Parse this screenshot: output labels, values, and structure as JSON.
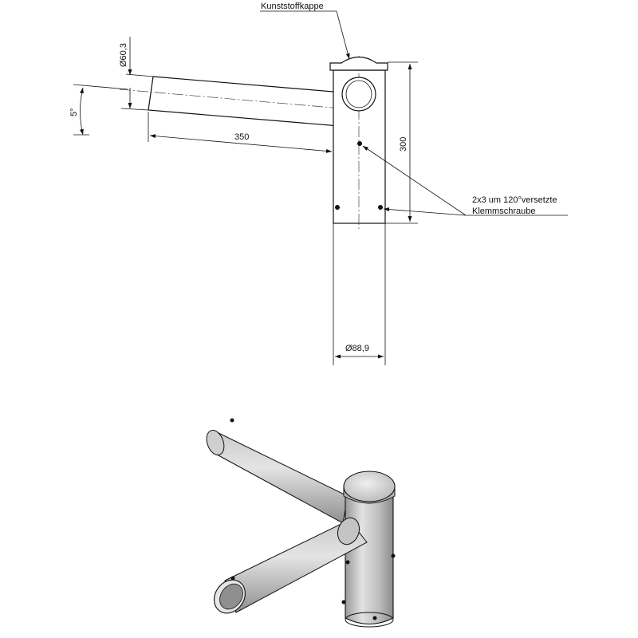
{
  "labels": {
    "cap": "Kunststoffkappe",
    "arm_diameter": "Ø60,3",
    "angle": "5°",
    "arm_length": "350",
    "height": "300",
    "screws_line1": "2x3 um 120°versetzte",
    "screws_line2": "Klemmschraube",
    "pole_diameter": "Ø88,9"
  },
  "colors": {
    "line": "#111111",
    "metal_light": "#e6e6e6",
    "metal_mid": "#b9b9b9",
    "metal_dark": "#8a8a8a",
    "cap": "#d8d8d8"
  }
}
